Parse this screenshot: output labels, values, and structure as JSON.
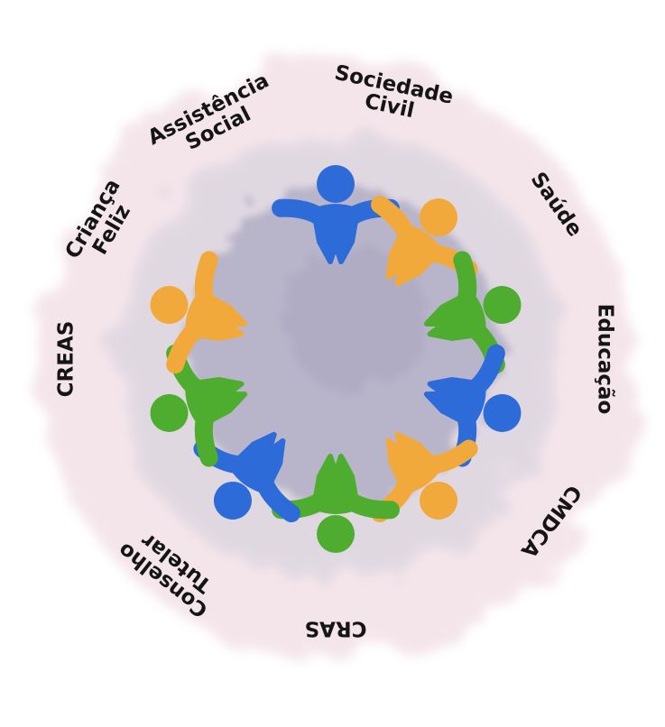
{
  "diagram": {
    "colors": {
      "blue": "#2d6bd8",
      "orange": "#f2a93b",
      "green": "#4ead2f",
      "blot_outer": "#f1dde4",
      "blot_mid": "#dcd6e0",
      "blot_inner": "#a8a6c0"
    },
    "figures": [
      {
        "id": "sociedade-civil",
        "color": "blue",
        "angle": 0
      },
      {
        "id": "saude",
        "color": "orange",
        "angle": 36
      },
      {
        "id": "educacao",
        "color": "green",
        "angle": 72
      },
      {
        "id": "cmdca",
        "color": "blue",
        "angle": 108
      },
      {
        "id": "cras",
        "color": "orange",
        "angle": 144
      },
      {
        "id": "conselho-tutelar",
        "color": "green",
        "angle": 180
      },
      {
        "id": "creas",
        "color": "blue",
        "angle": 216
      },
      {
        "id": "crianca-feliz",
        "color": "green",
        "angle": 252
      },
      {
        "id": "assistencia-social",
        "color": "orange",
        "angle": 288
      }
    ],
    "labels": [
      {
        "id": "sociedade-civil",
        "lines": [
          "Sociedade",
          "Civil"
        ],
        "angle": 12
      },
      {
        "id": "saude",
        "lines": [
          "Saúde"
        ],
        "angle": 55
      },
      {
        "id": "educacao",
        "lines": [
          "Educação"
        ],
        "angle": 90
      },
      {
        "id": "cmdca",
        "lines": [
          "CMDCA"
        ],
        "angle": 127
      },
      {
        "id": "cras",
        "lines": [
          "CRAS"
        ],
        "angle": 180
      },
      {
        "id": "conselho-tutelar",
        "lines": [
          "Conselho",
          "Tutelar"
        ],
        "angle": 218
      },
      {
        "id": "creas",
        "lines": [
          "CREAS"
        ],
        "angle": 270
      },
      {
        "id": "crianca-feliz",
        "lines": [
          "Criança",
          "Feliz"
        ],
        "angle": 300
      },
      {
        "id": "assistencia-social",
        "lines": [
          "Assistência",
          "Social"
        ],
        "angle": 333
      }
    ]
  }
}
